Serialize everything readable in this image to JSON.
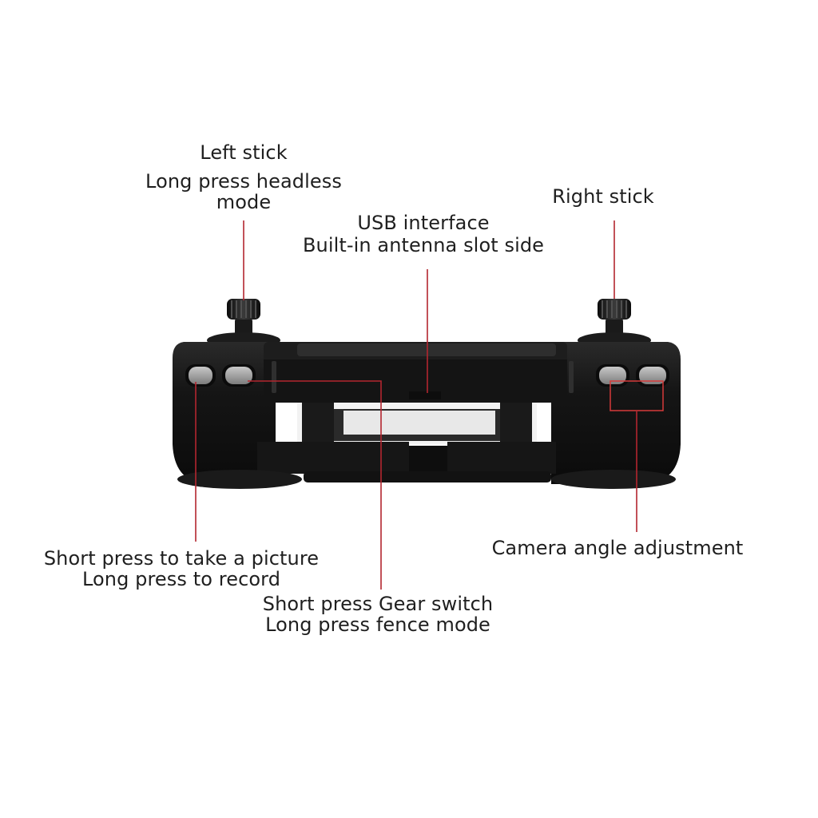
{
  "labels": {
    "left_stick": {
      "title": "Left stick",
      "line1": "Long press headless",
      "line2": "mode"
    },
    "right_stick": {
      "title": "Right stick"
    },
    "usb": {
      "line1": "USB interface",
      "line2": "Built-in antenna slot side"
    },
    "camera_angle": {
      "line1": "Camera angle adjustment"
    },
    "photo": {
      "line1": "Short press to take a picture",
      "line2": "Long press to record"
    },
    "gear": {
      "line1": "Short press Gear switch",
      "line2": "Long press fence mode"
    }
  },
  "colors": {
    "leader_line": "#b3262f",
    "highlight_box": "#d63a3a",
    "body": "#121212",
    "body_edge": "#2a2a2a",
    "button": "#9a9a9a",
    "text": "#1f1f1f"
  },
  "icons": {
    "left_stick": "joystick-icon",
    "right_stick": "joystick-icon",
    "buttons": "pill-button-icon"
  }
}
